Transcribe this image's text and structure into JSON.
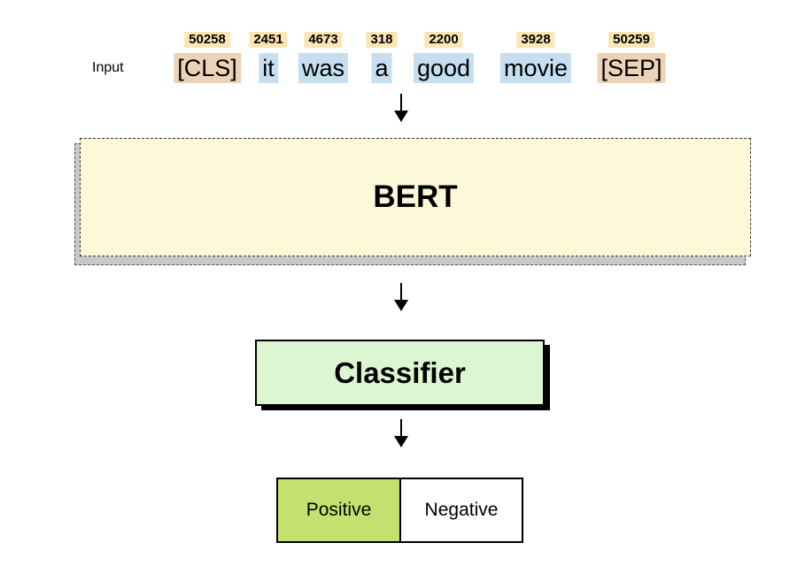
{
  "input_label": "Input",
  "tokens": [
    {
      "id": "50258",
      "text": "[CLS]",
      "kind": "special"
    },
    {
      "id": "2451",
      "text": "it",
      "kind": "word"
    },
    {
      "id": "4673",
      "text": "was",
      "kind": "word"
    },
    {
      "id": "318",
      "text": "a",
      "kind": "word"
    },
    {
      "id": "2200",
      "text": "good",
      "kind": "word"
    },
    {
      "id": "3928",
      "text": "movie",
      "kind": "word"
    },
    {
      "id": "50259",
      "text": "[SEP]",
      "kind": "special"
    }
  ],
  "model_label": "BERT",
  "classifier_label": "Classifier",
  "outputs": [
    {
      "label": "Positive",
      "selected": true
    },
    {
      "label": "Negative",
      "selected": false
    }
  ],
  "colors": {
    "special_token": "#ecd3b8",
    "word_token": "#c5dff0",
    "token_id": "#fbe5b4",
    "bert_fill": "#fdf8d8",
    "classifier_fill": "#dcf6d2",
    "positive_fill": "#c4e06e"
  }
}
